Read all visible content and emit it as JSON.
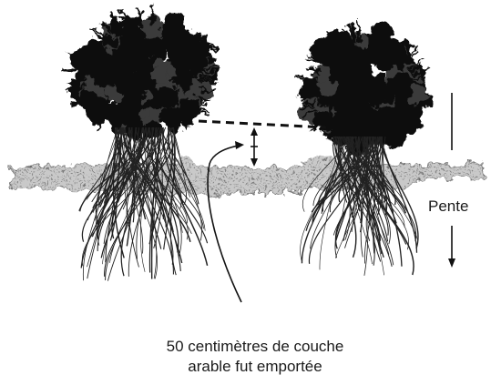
{
  "labels": {
    "slope": "Pente",
    "caption_line1": "50 centimètres de couche",
    "caption_line2": "arable fut emportée"
  }
}
